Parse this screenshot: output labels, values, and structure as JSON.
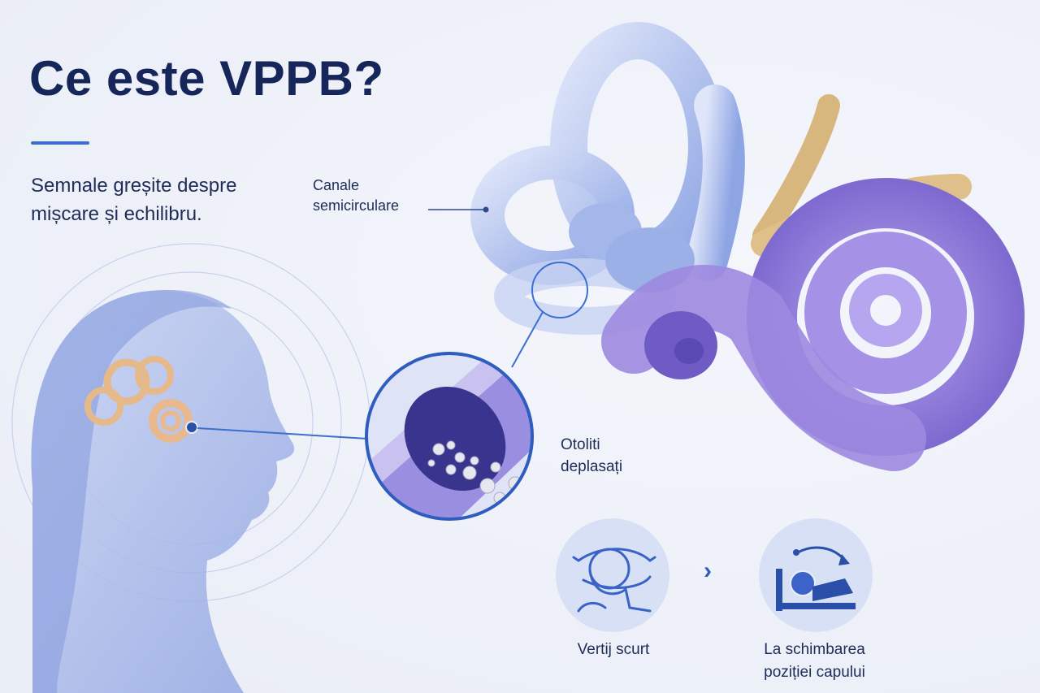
{
  "title": "Ce este VPPB?",
  "subtitle_lines": [
    "Semnale greșite despre",
    "mișcare și echilibru."
  ],
  "labels": {
    "canale": [
      "Canale",
      "semicirculare"
    ],
    "otoliti": [
      "Otoliti",
      "deplasați"
    ]
  },
  "steps": [
    {
      "caption_lines": [
        "Vertij scurt"
      ],
      "icon": "dizzy-head-icon"
    },
    {
      "caption_lines": [
        "La schimbarea",
        "poziției capului"
      ],
      "icon": "lying-down-icon"
    }
  ],
  "colors": {
    "title": "#16265a",
    "accent": "#3b6fd0",
    "canals": "#8fa9e6",
    "cochlea": "#9a86dc",
    "nerve": "#d8b77e"
  }
}
